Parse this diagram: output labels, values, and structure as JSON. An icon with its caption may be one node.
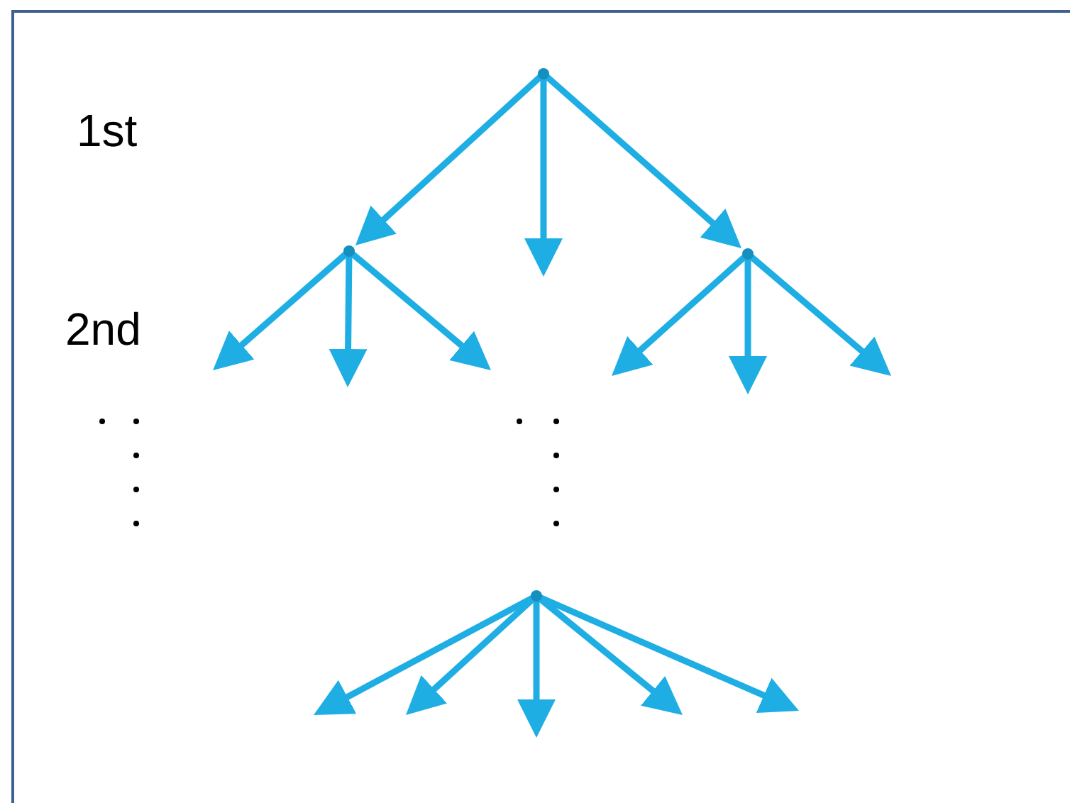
{
  "diagram": {
    "nodes": [
      {
        "text": [],
        "shape": "point"
      },
      {
        "text": [],
        "shape": "point"
      },
      {
        "text": [],
        "shape": "point"
      },
      {
        "text": [],
        "shape": "point"
      }
    ],
    "edges": [
      {
        "from": 0,
        "to": 1,
        "arrow": "to"
      },
      {
        "from": 0,
        "to": null,
        "arrow": "to"
      },
      {
        "from": 0,
        "to": 2,
        "arrow": "to"
      },
      {
        "from": 1,
        "to": null,
        "arrow": "to"
      },
      {
        "from": 1,
        "to": null,
        "arrow": "to"
      },
      {
        "from": 1,
        "to": null,
        "arrow": "to"
      },
      {
        "from": 2,
        "to": null,
        "arrow": "to"
      },
      {
        "from": 2,
        "to": null,
        "arrow": "to"
      },
      {
        "from": 2,
        "to": null,
        "arrow": "to"
      },
      {
        "from": 3,
        "to": null,
        "arrow": "to"
      },
      {
        "from": 3,
        "to": null,
        "arrow": "to"
      },
      {
        "from": 3,
        "to": null,
        "arrow": "to"
      },
      {
        "from": 3,
        "to": null,
        "arrow": "to"
      },
      {
        "from": 3,
        "to": null,
        "arrow": "to"
      }
    ],
    "labels": [
      "1st",
      "2nd"
    ]
  }
}
